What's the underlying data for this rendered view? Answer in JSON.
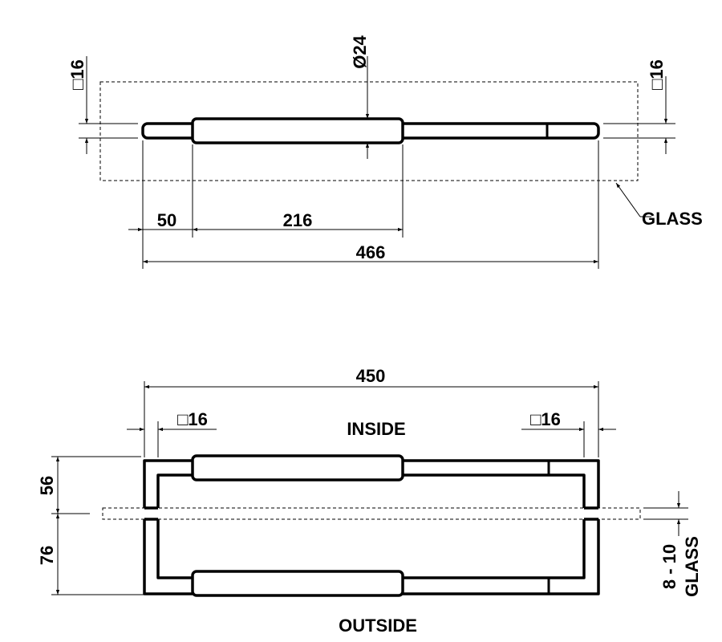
{
  "top_view": {
    "dia_label": "Ø24",
    "sq_left_label": "□16",
    "sq_right_label": "□16",
    "dim_50": "50",
    "dim_216": "216",
    "dim_466": "466",
    "glass_label": "GLASS"
  },
  "bottom_view": {
    "dim_450": "450",
    "sq_left_label": "□16",
    "sq_right_label": "□16",
    "inside_label": "INSIDE",
    "outside_label": "OUTSIDE",
    "dim_56": "56",
    "dim_76": "76",
    "glass_thickness": "8 - 10",
    "glass_label": "GLASS"
  }
}
